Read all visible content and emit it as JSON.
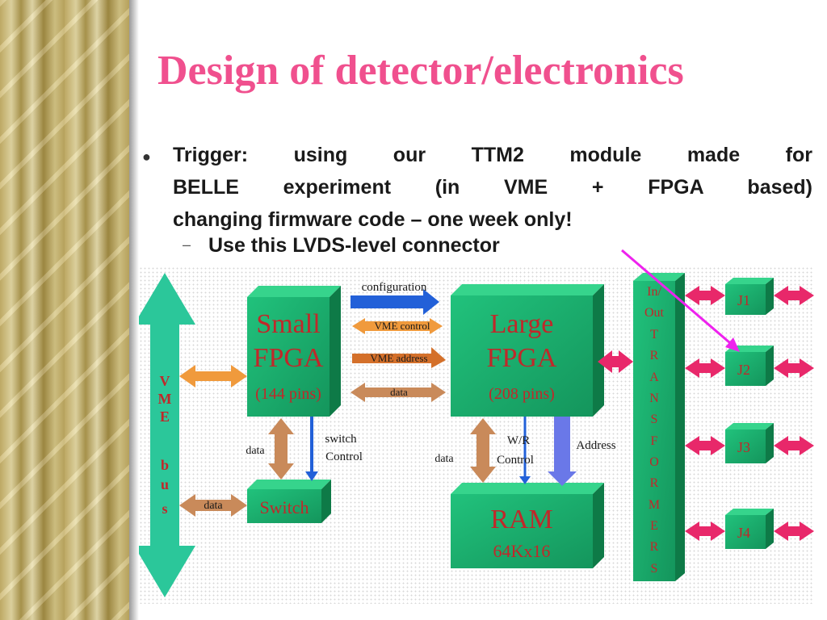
{
  "slide": {
    "title": "Design of detector/electronics",
    "bullet": {
      "lines": [
        "Trigger: using our TTM2 module made for",
        "BELLE experiment (in VME + FPGA based)",
        "changing firmware code – one week only!"
      ],
      "sub": "Use this LVDS-level connector"
    }
  },
  "diagram": {
    "vme_bus": [
      "V",
      "M",
      "E",
      "",
      "b",
      "u",
      "s"
    ],
    "small_fpga": {
      "line1": "Small",
      "line2": "FPGA",
      "line3": "(144 pins)"
    },
    "large_fpga": {
      "line1": "Large",
      "line2": "FPGA",
      "line3": "(208 pins)"
    },
    "switch": "Switch",
    "ram": {
      "line1": "RAM",
      "line2": "64Kx16"
    },
    "arrows": {
      "configuration": "configuration",
      "vme_control": "VME control",
      "vme_address": "VME address",
      "data_mid": "data",
      "data_left": "data",
      "data_switch": "data",
      "switch_control_1": "switch",
      "switch_control_2": "Control",
      "data_ram": "data",
      "wr_1": "W/R",
      "wr_2": "Control",
      "address": "Address"
    },
    "transformers": [
      "In/",
      "Out",
      "T",
      "R",
      "A",
      "N",
      "S",
      "F",
      "O",
      "R",
      "M",
      "E",
      "R",
      "S"
    ],
    "connectors": [
      "J1",
      "J2",
      "J3",
      "J4"
    ],
    "colors": {
      "box": "#1aa86a",
      "box_dark": "#0e7a47",
      "box_text": "#c0282a",
      "bus": "#2bc79a",
      "arrow_orange": "#f09a3c",
      "arrow_magenta": "#e8286a",
      "arrow_blue": "#2260d8",
      "arrow_tan": "#c98a5a",
      "pointer": "#ee22ee"
    }
  }
}
